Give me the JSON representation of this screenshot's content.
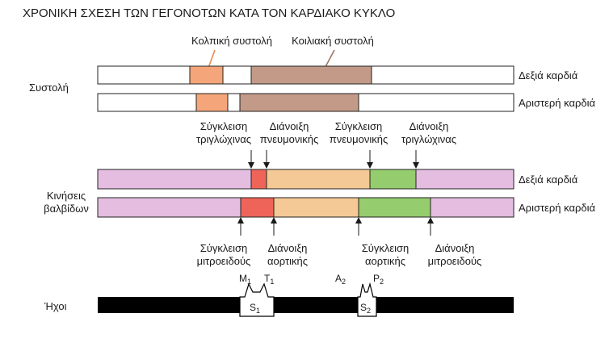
{
  "title": "ΧΡΟΝΙΚΗ ΣΧΕΣΗ ΤΩΝ ΓΕΓΟΝΟΤΩΝ ΚΑΤΑ ΤΟΝ ΚΑΡΔΙΑΚΟ ΚΥΚΛΟ",
  "systole": {
    "row_label": "Συστολή",
    "atrial_label": "Κολπική συστολή",
    "ventricular_label": "Κοιλιακή συστολή",
    "right_heart": "Δεξιά καρδιά",
    "left_heart": "Αριστερή καρδιά"
  },
  "valves": {
    "row_label_line1": "Κινήσεις",
    "row_label_line2": "βαλβίδων",
    "right_heart": "Δεξιά καρδιά",
    "left_heart": "Αριστερή καρδιά",
    "top_events": [
      {
        "line1": "Σύγκλειση",
        "line2": "τριγλώχινας"
      },
      {
        "line1": "Διάνοιξη",
        "line2": "πνευμονικής"
      },
      {
        "line1": "Σύγκλειση",
        "line2": "πνευμονικής"
      },
      {
        "line1": "Διάνοιξη",
        "line2": "τριγλώχινας"
      }
    ],
    "bottom_events": [
      {
        "line1": "Σύγκλειση",
        "line2": "μιτροειδούς"
      },
      {
        "line1": "Διάνοιξη",
        "line2": "αορτικής"
      },
      {
        "line1": "Σύγκλειση",
        "line2": "αορτικής"
      },
      {
        "line1": "Διάνοιξη",
        "line2": "μιτροειδούς"
      }
    ]
  },
  "sounds": {
    "row_label": "Ήχοι",
    "m": "M",
    "m_sub": "1",
    "t": "T",
    "t_sub": "1",
    "a": "A",
    "a_sub": "2",
    "p": "P",
    "p_sub": "2",
    "s1": "S",
    "s1_sub": "1",
    "s2": "S",
    "s2_sub": "2"
  },
  "colors": {
    "atrial": "#f4a57a",
    "ventricular": "#c39a88",
    "valve_bg": "#e4bde0",
    "closure": "#ee6458",
    "ejection": "#f5c995",
    "filling": "#95cc6d",
    "sound_bar": "#000000"
  }
}
